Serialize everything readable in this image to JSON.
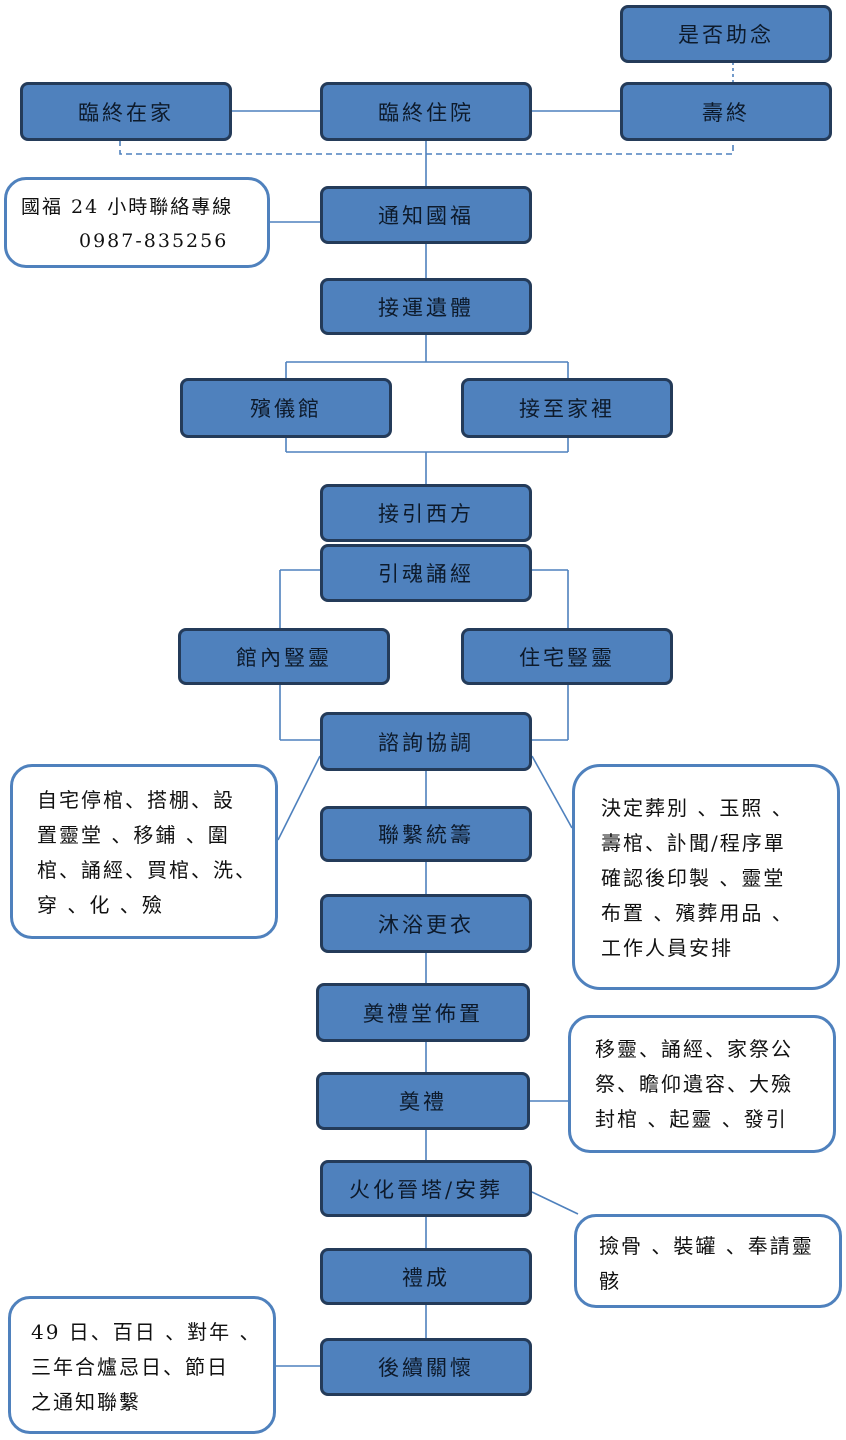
{
  "colors": {
    "box_fill": "#4f81bd",
    "box_border": "#243b59",
    "note_border": "#4f81bd",
    "connector": "#4f81bd"
  },
  "nodes": {
    "help_recite": "是否助念",
    "dying_at_home": "臨終在家",
    "dying_in_hospital": "臨終住院",
    "natural_death": "壽終",
    "notify_guofu": "通知國福",
    "transport_body": "接運遺體",
    "funeral_home": "殯儀館",
    "bring_home": "接至家裡",
    "guide_west": "接引西方",
    "soul_chanting": "引魂誦經",
    "hall_altar": "館內豎靈",
    "home_altar": "住宅豎靈",
    "consultation": "諮詢協調",
    "coordination": "聯繫統籌",
    "bathing_dressing": "沐浴更衣",
    "hall_setup": "奠禮堂佈置",
    "memorial_service": "奠禮",
    "cremation_burial": "火化晉塔/安葬",
    "ceremony_complete": "禮成",
    "follow_up_care": "後續關懷"
  },
  "notes": {
    "hotline": [
      "國福 24 小時聯絡專線",
      "0987-835256"
    ],
    "home_arrangements": [
      "自宅停棺、搭棚、設",
      "置靈堂 、移鋪 、圍",
      "棺、誦經、買棺、洗、",
      "穿 、化 、殮"
    ],
    "decisions": [
      "決定葬別 、玉照 、",
      "壽棺、訃聞/程序單",
      "確認後印製 、靈堂",
      "布置 、殯葬用品 、",
      "工作人員安排"
    ],
    "service_steps": [
      "移靈、誦經、家祭公",
      "祭、瞻仰遺容、大殮",
      "封棺 、起靈 、發引"
    ],
    "bone_collection": [
      "撿骨 、裝罐 、奉請靈",
      "骸"
    ],
    "follow_up": [
      "49 日、百日 、對年 、",
      "三年合爐忌日、節日",
      "之通知聯繫"
    ]
  }
}
